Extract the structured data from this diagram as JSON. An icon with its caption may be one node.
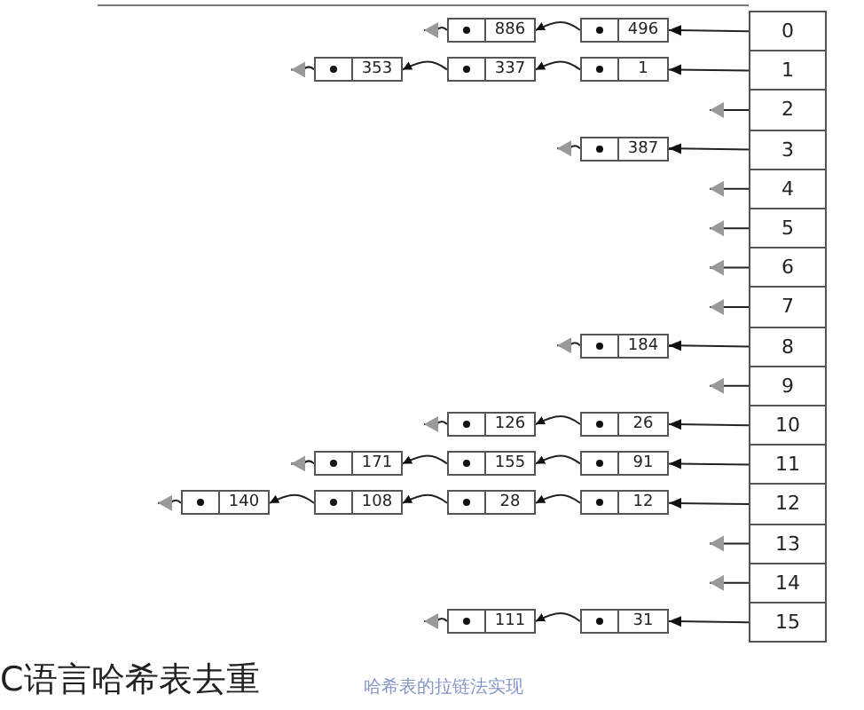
{
  "diagram": {
    "title": "C语言哈希表去重",
    "nodes": [
      {
        "text": [
          "0"
        ]
      },
      {
        "text": [
          "1"
        ]
      },
      {
        "text": [
          "2"
        ]
      },
      {
        "text": [
          "3"
        ]
      },
      {
        "text": [
          "4"
        ]
      },
      {
        "text": [
          "5"
        ]
      },
      {
        "text": [
          "6"
        ]
      },
      {
        "text": [
          "7"
        ]
      },
      {
        "text": [
          "8"
        ]
      },
      {
        "text": [
          "9"
        ]
      },
      {
        "text": [
          "10"
        ]
      },
      {
        "text": [
          "11"
        ]
      },
      {
        "text": [
          "12"
        ]
      },
      {
        "text": [
          "13"
        ]
      },
      {
        "text": [
          "14"
        ]
      },
      {
        "text": [
          "15"
        ]
      },
      {
        "text": [
          "496"
        ]
      },
      {
        "text": [
          "886"
        ]
      },
      {
        "text": [
          "1"
        ]
      },
      {
        "text": [
          "337"
        ]
      },
      {
        "text": [
          "353"
        ]
      },
      {
        "text": [
          "387"
        ]
      },
      {
        "text": [
          "184"
        ]
      },
      {
        "text": [
          "26"
        ]
      },
      {
        "text": [
          "126"
        ]
      },
      {
        "text": [
          "91"
        ]
      },
      {
        "text": [
          "155"
        ]
      },
      {
        "text": [
          "171"
        ]
      },
      {
        "text": [
          "12"
        ]
      },
      {
        "text": [
          "28"
        ]
      },
      {
        "text": [
          "108"
        ]
      },
      {
        "text": [
          "140"
        ]
      },
      {
        "text": [
          "31"
        ]
      },
      {
        "text": [
          "111"
        ]
      }
    ],
    "edges": [
      {
        "from": 0,
        "to": 16,
        "arrow": "to"
      },
      {
        "from": 16,
        "to": 17,
        "arrow": "to"
      },
      {
        "from": 17,
        "to": null,
        "arrow": "to"
      },
      {
        "from": 1,
        "to": 18,
        "arrow": "to"
      },
      {
        "from": 18,
        "to": 19,
        "arrow": "to"
      },
      {
        "from": 19,
        "to": 20,
        "arrow": "to"
      },
      {
        "from": 20,
        "to": null,
        "arrow": "to"
      },
      {
        "from": 2,
        "to": null,
        "arrow": "to"
      },
      {
        "from": 3,
        "to": 21,
        "arrow": "to"
      },
      {
        "from": 21,
        "to": null,
        "arrow": "to"
      },
      {
        "from": 4,
        "to": null,
        "arrow": "to"
      },
      {
        "from": 5,
        "to": null,
        "arrow": "to"
      },
      {
        "from": 6,
        "to": null,
        "arrow": "to"
      },
      {
        "from": 7,
        "to": null,
        "arrow": "to"
      },
      {
        "from": 8,
        "to": 22,
        "arrow": "to"
      },
      {
        "from": 22,
        "to": null,
        "arrow": "to"
      },
      {
        "from": 9,
        "to": null,
        "arrow": "to"
      },
      {
        "from": 10,
        "to": 23,
        "arrow": "to"
      },
      {
        "from": 23,
        "to": 24,
        "arrow": "to"
      },
      {
        "from": 24,
        "to": null,
        "arrow": "to"
      },
      {
        "from": 11,
        "to": 25,
        "arrow": "to"
      },
      {
        "from": 25,
        "to": 26,
        "arrow": "to"
      },
      {
        "from": 26,
        "to": 27,
        "arrow": "to"
      },
      {
        "from": 27,
        "to": null,
        "arrow": "to"
      },
      {
        "from": 12,
        "to": 28,
        "arrow": "to"
      },
      {
        "from": 28,
        "to": 29,
        "arrow": "to"
      },
      {
        "from": 29,
        "to": 30,
        "arrow": "to"
      },
      {
        "from": 30,
        "to": 31,
        "arrow": "to"
      },
      {
        "from": 31,
        "to": null,
        "arrow": "to"
      },
      {
        "from": 13,
        "to": null,
        "arrow": "to"
      },
      {
        "from": 14,
        "to": null,
        "arrow": "to"
      },
      {
        "from": 15,
        "to": 32,
        "arrow": "to"
      },
      {
        "from": 32,
        "to": 33,
        "arrow": "to"
      },
      {
        "from": 33,
        "to": null,
        "arrow": "to"
      }
    ],
    "labels": [
      "哈希表的拉链法实现"
    ]
  }
}
